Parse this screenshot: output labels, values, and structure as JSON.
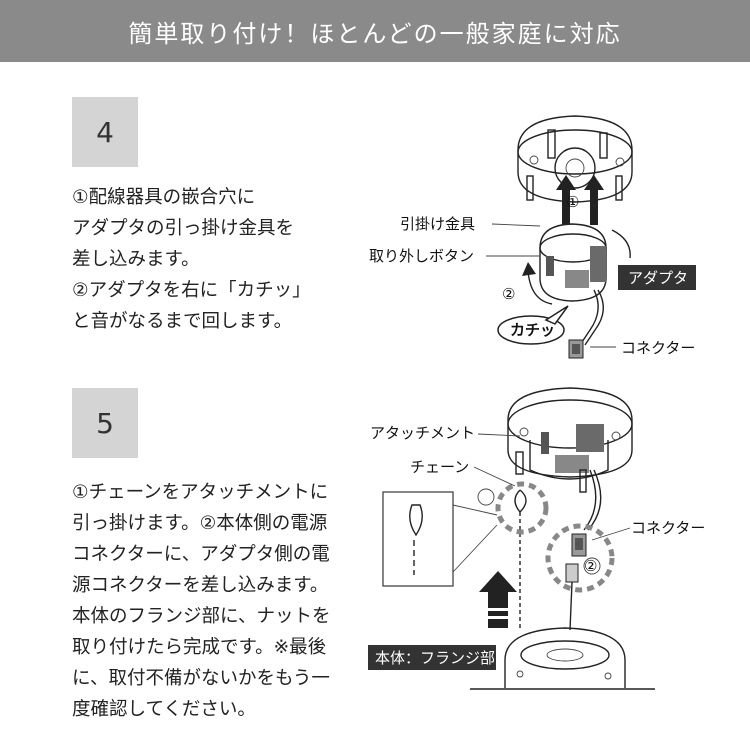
{
  "header": {
    "title": "簡単取り付け！ほとんどの一般家庭に対応"
  },
  "step4": {
    "number": "4",
    "lines": [
      "①配線器具の嵌合穴に",
      "アダプタの引っ掛け金具を",
      "差し込みます。",
      "②アダプタを右に「カチッ」",
      "と音がなるまで回します。"
    ],
    "labels": {
      "hook": "引掛け金具",
      "release": "取り外しボタン",
      "adapter": "アダプタ",
      "connector": "コネクター",
      "click": "カチッ",
      "mark1": "①",
      "mark2": "②"
    }
  },
  "step5": {
    "number": "5",
    "lines": [
      "①チェーンをアタッチメントに",
      "引っ掛けます。②本体側の電源",
      "コネクターに、アダプタ側の電",
      "源コネクターを差し込みます。",
      "本体のフランジ部に、ナットを",
      "取り付けたら完成です。※最後",
      "に、取付不備がないかをもう一",
      "度確認してください。"
    ],
    "labels": {
      "attachment": "アタッチメント",
      "chain": "チェーン",
      "connector": "コネクター",
      "flange": "本体：フランジ部",
      "mark2": "②"
    }
  },
  "colors": {
    "header_bg": "#8a8a8a",
    "step_box": "#d4d4d4",
    "dark_label": "#333333"
  }
}
